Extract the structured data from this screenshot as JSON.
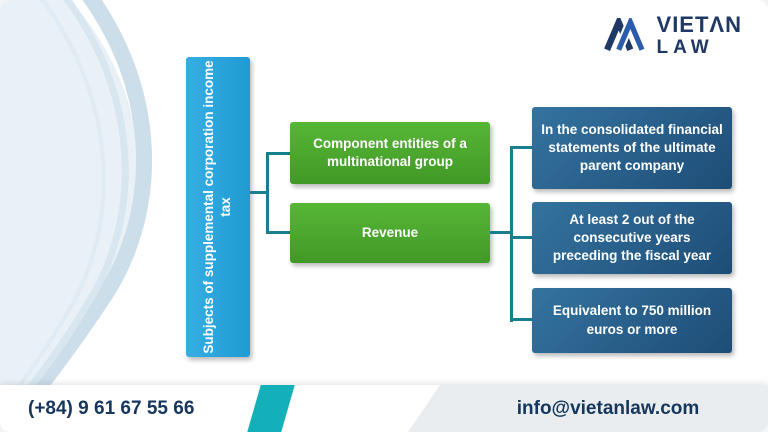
{
  "logo": {
    "brand_prefix": "VIET",
    "brand_caret": "Λ",
    "brand_suffix": "N",
    "brand_line2": "LAW"
  },
  "diagram": {
    "root": {
      "label": "Subjects of supplemental corporation income tax"
    },
    "level2": [
      {
        "label": "Component entities of a multinational group"
      },
      {
        "label": "Revenue"
      }
    ],
    "level3": [
      {
        "label": "In the consolidated financial statements of the ultimate parent company"
      },
      {
        "label": "At least 2 out of the consecutive years preceding the fiscal year"
      },
      {
        "label": "Equivalent to 750 million euros or more"
      }
    ]
  },
  "footer": {
    "phone": "(+84) 9 61 67 55 66",
    "email": "info@vietanlaw.com"
  },
  "colors": {
    "root_blue": "#29a3dc",
    "green": "#4aa92e",
    "dark_blue": "#27618f",
    "connector_teal": "#177f8d",
    "navy_text": "#16365c",
    "stripe_teal": "#14b0ba"
  }
}
